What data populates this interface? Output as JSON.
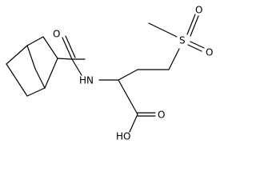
{
  "structure": {
    "atoms": {
      "oxygen_acyl": "O",
      "nitrogen": "HN",
      "sulfur": "S",
      "oxygen_s_upper": "O",
      "oxygen_s_right": "O",
      "oxygen_carbonyl": "O",
      "hydroxyl": "HO"
    }
  }
}
